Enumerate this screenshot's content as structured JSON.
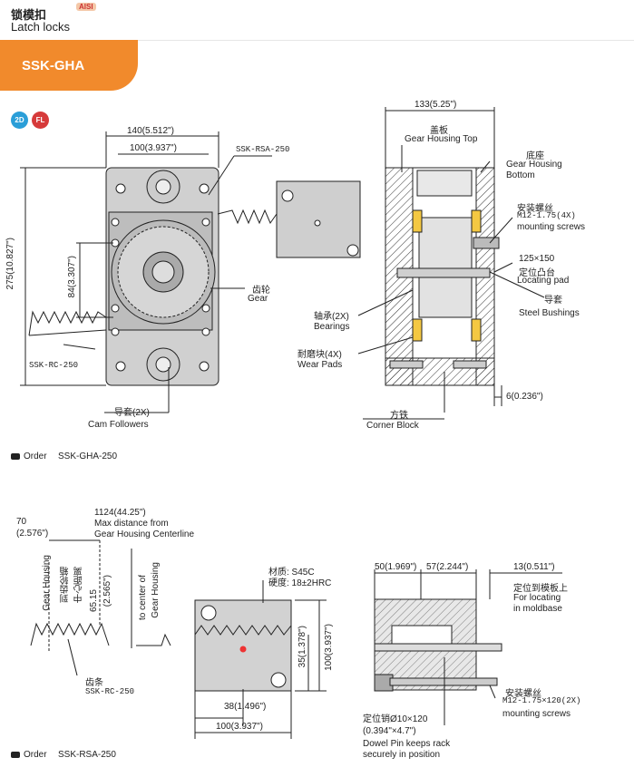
{
  "header": {
    "title_cn": "锁模扣",
    "title_en": "Latch locks",
    "aisi": "AISI",
    "model": "SSK-GHA"
  },
  "badges": [
    {
      "label": "2D"
    },
    {
      "label": "FL"
    }
  ],
  "diagram1": {
    "dim_width": "140(5.512\")",
    "dim_inner": "100(3.937\")",
    "dim_height": "275(10.827\")",
    "dim_84": "84(3.307\")",
    "rack_right": "SSK-RSA-250",
    "rack_left": "SSK-RC-250",
    "gear_cn": "齿轮",
    "gear_en": "Gear",
    "cam_cn": "导套(2X)",
    "cam_en": "Cam Followers"
  },
  "diagram2": {
    "dim_width": "133(5.25\")",
    "top_cn": "盖板",
    "top_en": "Gear Housing Top",
    "bottom_cn": "底座",
    "bottom_en1": "Gear Housing",
    "bottom_en2": "Bottom",
    "screws_cn": "安装螺丝",
    "screws_spec": "M12-1.75(4X)",
    "screws_en": "mounting screws",
    "pad_spec": "125×150",
    "pad_cn": "定位凸台",
    "pad_en": "Locating pad",
    "bush_cn": "导套",
    "bush_en": "Steel Bushings",
    "bearing_cn": "轴承(2X)",
    "bearing_en": "Bearings",
    "wear_cn": "耐磨块(4X)",
    "wear_en": "Wear Pads",
    "dim_6": "6(0.236\")",
    "corner_cn": "方铁",
    "corner_en": "Corner Block"
  },
  "order1": {
    "label": "Order",
    "code": "SSK-GHA-250"
  },
  "diagram3": {
    "dim_70a": "70",
    "dim_70b": "(2.576\")",
    "dim_max": "1124(44.25\")",
    "max_en1": "Max distance from",
    "max_en2": "Gear Housing Centerline",
    "gear_housing": "Gear Housing",
    "cn_v1": "到齿轮箱",
    "cn_v2": "中心距离",
    "dim_65": "65.15",
    "dim_65b": "(2.565\")",
    "to_center1": "to center of",
    "to_center2": "Gear Housing",
    "mat1": "材质: S45C",
    "mat2": "硬度: 18±2HRC",
    "dim_35": "35(1.378\")",
    "dim_100v": "100(3.937\")",
    "rack_cn": "齿条",
    "rack_code": "SSK-RC-250",
    "dim_38": "38(1.496\")",
    "dim_100h": "100(3.937\")"
  },
  "diagram4": {
    "dim_50": "50(1.969\")",
    "dim_57": "57(2.244\")",
    "dim_13": "13(0.511\")",
    "loc_cn": "定位到模板上",
    "loc_en1": "For locating",
    "loc_en2": "in moldbase",
    "screws_cn": "安装螺丝",
    "screws_spec": "M12-1.75×120(2X)",
    "screws_en": "mounting screws",
    "dowel_cn": "定位销Ø10×120",
    "dowel_dim": "(0.394\"×4.7\")",
    "dowel_en1": "Dowel Pin keeps rack",
    "dowel_en2": "securely in position"
  },
  "order2": {
    "label": "Order",
    "code": "SSK-RSA-250"
  }
}
